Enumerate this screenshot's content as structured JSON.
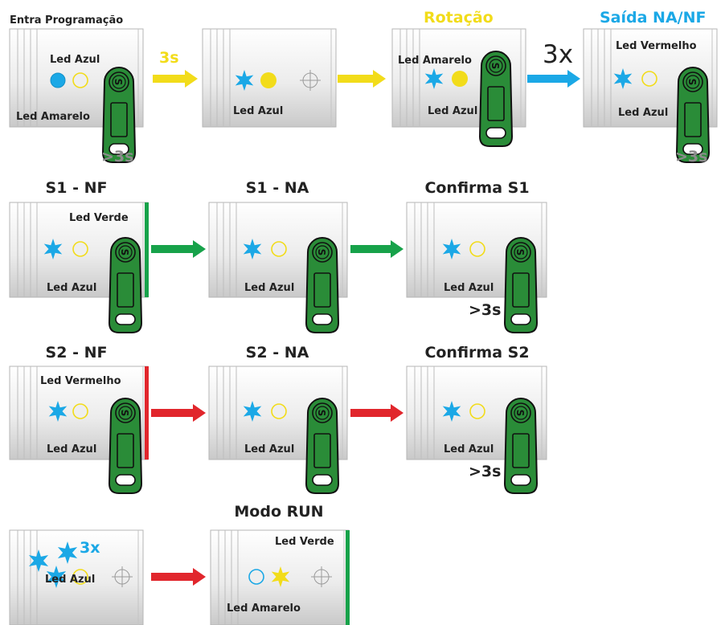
{
  "colors": {
    "yellow": "#f2dc1a",
    "blue": "#1ba8e6",
    "green": "#17a24a",
    "red": "#e1262c",
    "gray": "#8c8c8c",
    "fob": "#2a8c38"
  },
  "row1": {
    "header1": "Entra Programação",
    "box1_top": "Led Azul",
    "box1_bottom": "Led Amarelo",
    "arrow1": "3s",
    "hold1": ">3s",
    "box2_bottom": "Led Azul",
    "header3": "Rotação",
    "box3_top": "Led Amarelo",
    "box3_bottom": "Led Azul",
    "arrow3": "3x",
    "header4": "Saída NA/NF",
    "box4_top": "Led Vermelho",
    "box4_bottom": "Led Azul",
    "hold4": ">3s"
  },
  "row2": {
    "header1": "S1 - NF",
    "box1_top": "Led Verde",
    "box1_bottom": "Led Azul",
    "header2": "S1 - NA",
    "box2_bottom": "Led Azul",
    "header3": "Confirma S1",
    "box3_bottom": "Led Azul",
    "hold3": ">3s"
  },
  "row3": {
    "header1": "S2 - NF",
    "box1_top": "Led Vermelho",
    "box1_bottom": "Led Azul",
    "header2": "S2 - NA",
    "box2_bottom": "Led Azul",
    "header3": "Confirma S2",
    "box3_bottom": "Led Azul",
    "hold3": ">3s"
  },
  "row4": {
    "blink": "3x",
    "box1_bottom": "Led Azul",
    "header2": "Modo RUN",
    "box2_top": "Led Verde",
    "box2_bottom": "Led Amarelo"
  }
}
